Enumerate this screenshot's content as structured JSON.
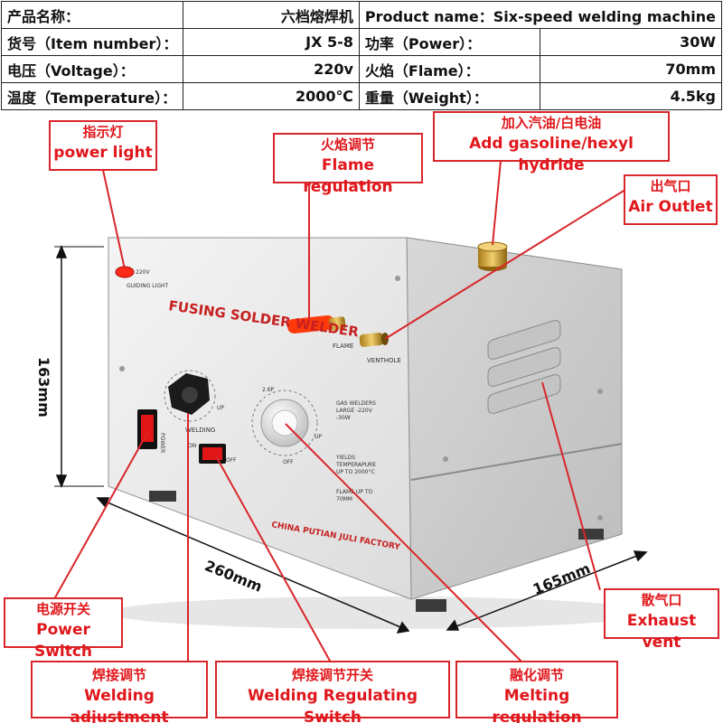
{
  "specs": {
    "row1": {
      "k1": "产品名称：",
      "v1": "六档熔焊机",
      "k2": "Product name：Six-speed welding machine",
      "v2": ""
    },
    "row2": {
      "k1": "货号（Item number）：",
      "v1": "JX 5-8",
      "k2": "功率（Power）：",
      "v2": "30W"
    },
    "row3": {
      "k1": "电压（Voltage）：",
      "v1": "220v",
      "k2": "火焰（Flame）：",
      "v2": "70mm"
    },
    "row4": {
      "k1": "温度（Temperature）：",
      "v1": "2000℃",
      "k2": "重量（Weight）：",
      "v2": "4.5kg"
    }
  },
  "machine": {
    "brand_text": "FUSING SOLDER WELDER",
    "factory_text": "CHINA PUTIAN JULI FACTORY",
    "panel_220v": "220V",
    "guiding_light": "GUIDING LIGHT",
    "flame_label": "FLAME",
    "venthole_label": "VENTHOLE",
    "welding_label": "WELDING",
    "power_label": "POWER",
    "on_label": "ON",
    "off_label": "OFF",
    "up_label": "UP",
    "dial_label": "2.6P",
    "off_dial_label": "OFF",
    "spec_lines": [
      "GAS WELDERS",
      "LARGE -220V",
      "-30W",
      "",
      "YIELDS",
      "TEMPERAPURE",
      "UP TO 2000°C",
      "",
      "FLAME UP TO",
      "70MM"
    ]
  },
  "dimensions": {
    "height": "163mm",
    "width": "260mm",
    "depth": "165mm"
  },
  "callouts": {
    "power_light": {
      "zh": "指示灯",
      "en": "power light"
    },
    "flame_regulation": {
      "zh": "火焰调节",
      "en": "Flame regulation"
    },
    "add_gasoline": {
      "zh": "加入汽油/白电油",
      "en": "Add gasoline/hexyl hydride"
    },
    "air_outlet": {
      "zh": "出气口",
      "en": "Air Outlet"
    },
    "power_switch": {
      "zh": "电源开关",
      "en": "Power Switch"
    },
    "exhaust_vent": {
      "zh": "散气口",
      "en": "Exhaust vent"
    },
    "welding_adjustment": {
      "zh": "焊接调节",
      "en": "Welding adjustment"
    },
    "welding_switch": {
      "zh": "焊接调节开关",
      "en": "Welding Regulating Switch"
    },
    "melting_regulation": {
      "zh": "融化调节",
      "en": "Melting regulation"
    }
  },
  "colors": {
    "accent": "#e0161b",
    "box_front": "#ebebeb",
    "box_side": "#d4d4d4",
    "box_top": "#f2f2f2"
  }
}
